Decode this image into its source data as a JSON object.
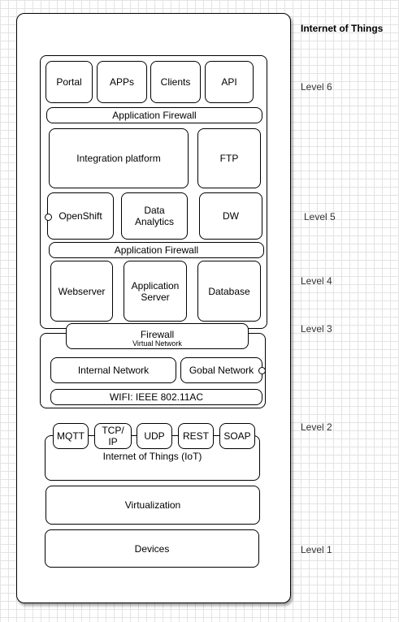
{
  "title": "Internet of Things",
  "levels": {
    "level6": "Level 6",
    "level5": "Level 5",
    "level4": "Level 4",
    "level3": "Level 3",
    "level2": "Level 2",
    "level1": "Level 1"
  },
  "app_layer": {
    "portal": "Portal",
    "apps": "APPs",
    "clients": "Clients",
    "api": "API",
    "firewall_top": "Application Firewall",
    "integration": "Integration platform",
    "ftp": "FTP",
    "openshift": "OpenShift",
    "analytics": "Data\nAnalytics",
    "dw": "DW",
    "firewall_mid": "Application Firewall",
    "webserver": "Webserver",
    "app_server": "Application\nServer",
    "database": "Database"
  },
  "network_layer": {
    "firewall": "Firewall",
    "virtual_network": "Virtual Network",
    "internal": "Internal Network",
    "global": "Gobal Network",
    "wifi": "WIFI: IEEE 802.11AC"
  },
  "iot_layer": {
    "mqtt": "MQTT",
    "tcpip": "TCP/\nIP",
    "udp": "UDP",
    "rest": "REST",
    "soap": "SOAP",
    "iot": "Internet of Things (IoT)"
  },
  "virtualization": "Virtualization",
  "devices": "Devices"
}
